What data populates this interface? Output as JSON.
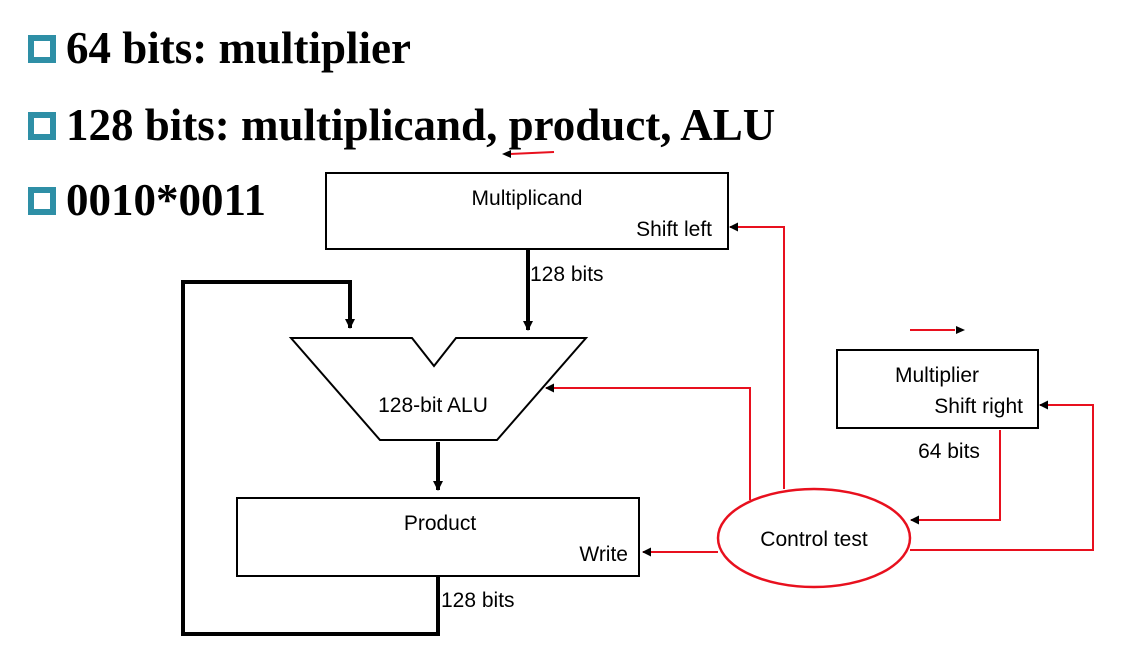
{
  "bullets": [
    "64 bits: multiplier",
    "128 bits: multiplicand, product, ALU",
    "0010*0011"
  ],
  "diagram": {
    "multiplicand": {
      "name": "Multiplicand",
      "action": "Shift left"
    },
    "multiplicand_width": "128 bits",
    "alu": {
      "label": "128-bit ALU"
    },
    "product": {
      "name": "Product",
      "action": "Write"
    },
    "product_width": "128 bits",
    "multiplier": {
      "name": "Multiplier",
      "action": "Shift right"
    },
    "multiplier_width": "64 bits",
    "control": {
      "label": "Control test"
    }
  },
  "colors": {
    "bullet_box": "#2e8fa6",
    "control_lines": "#e8101e",
    "datapath": "#000000"
  }
}
